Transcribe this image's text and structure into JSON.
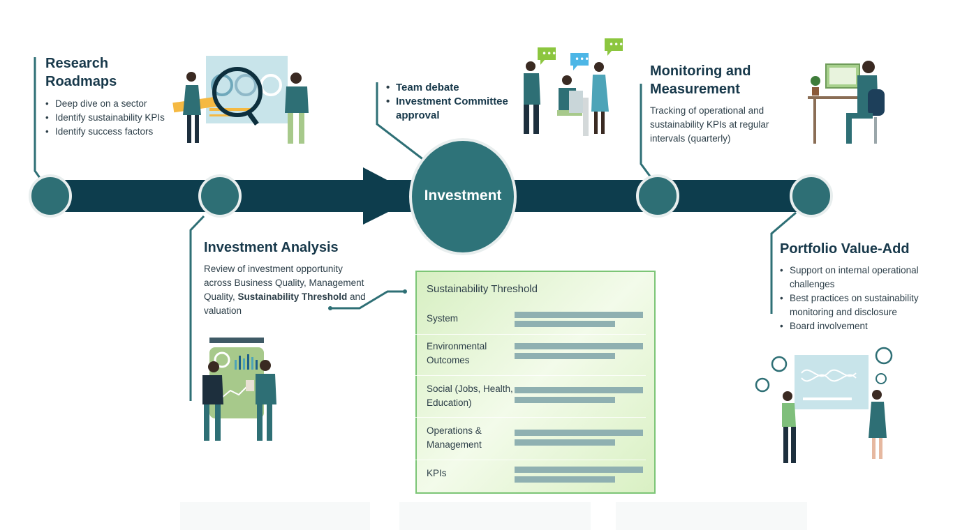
{
  "research": {
    "title_line1": "Research",
    "title_line2": "Roadmaps",
    "bullets": [
      "Deep dive on a sector",
      "Identify sustainability KPIs",
      "Identify success factors"
    ]
  },
  "analysis": {
    "title": "Investment Analysis",
    "text_before": "Review of investment opportunity across Business Quality, Management Quality, ",
    "text_bold": "Sustainability Threshold",
    "text_after": " and valuation"
  },
  "investment": {
    "label": "Investment",
    "bullets": [
      "Team debate",
      "Investment Committee approval"
    ]
  },
  "monitoring": {
    "title_line1": "Monitoring and",
    "title_line2": "Measurement",
    "text": "Tracking of operational and sustainability KPIs at regular intervals (quarterly)"
  },
  "portfolio": {
    "title": "Portfolio Value-Add",
    "bullets": [
      "Support on internal operational challenges",
      "Best practices on sustainability monitoring and disclosure",
      "Board involvement"
    ]
  },
  "threshold": {
    "title": "Sustainability Threshold",
    "rows": [
      {
        "label": "System"
      },
      {
        "label": "Environmental Outcomes"
      },
      {
        "label": "Social (Jobs, Health, Education)"
      },
      {
        "label": "Operations & Management"
      },
      {
        "label": "KPIs"
      }
    ]
  },
  "colors": {
    "timeline": "#0d3d4d",
    "node": "#2e6f75",
    "panel_border": "#7cc576",
    "chat_green": "#8cc63f",
    "chat_blue": "#4db6e6"
  }
}
